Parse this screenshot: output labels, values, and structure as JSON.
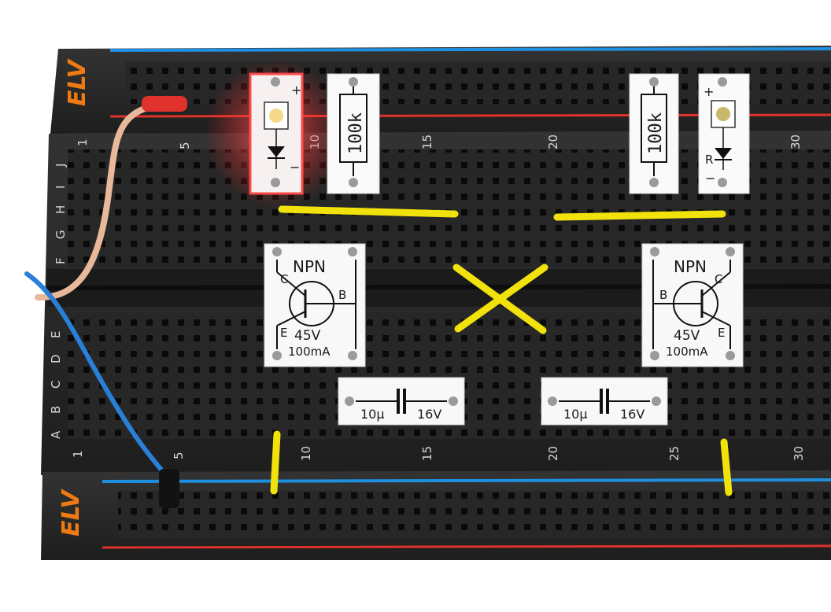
{
  "brand": {
    "top_rail": "ELV",
    "bottom_rail": "ELV"
  },
  "column_numbers_top": [
    "1",
    "5",
    "10",
    "15",
    "20",
    "30"
  ],
  "column_numbers_bottom": [
    "1",
    "5",
    "10",
    "15",
    "20",
    "25",
    "30"
  ],
  "row_letters_upper": [
    "J",
    "I",
    "H",
    "G",
    "F"
  ],
  "row_letters_lower": [
    "E",
    "D",
    "C",
    "B",
    "A"
  ],
  "led_left": {
    "plus": "+",
    "minus": "−"
  },
  "led_right": {
    "plus": "+",
    "minus": "−",
    "label": "R"
  },
  "resistor_left": {
    "value": "100k"
  },
  "resistor_right": {
    "value": "100k"
  },
  "transistor_left": {
    "type": "NPN",
    "c": "C",
    "b": "B",
    "e": "E",
    "voltage": "45V",
    "current": "100mA"
  },
  "transistor_right": {
    "type": "NPN",
    "c": "C",
    "b": "B",
    "e": "E",
    "voltage": "45V",
    "current": "100mA"
  },
  "capacitor_left": {
    "capacitance": "10µ",
    "voltage": "16V"
  },
  "capacitor_right": {
    "capacitance": "10µ",
    "voltage": "16V"
  },
  "colors": {
    "board": "#262626",
    "rail_blue": "#1f8fe0",
    "rail_red": "#e0322c",
    "wire_yellow": "#f2e20c",
    "brand_orange": "#f07a12",
    "led_glow": "#ff3030"
  }
}
